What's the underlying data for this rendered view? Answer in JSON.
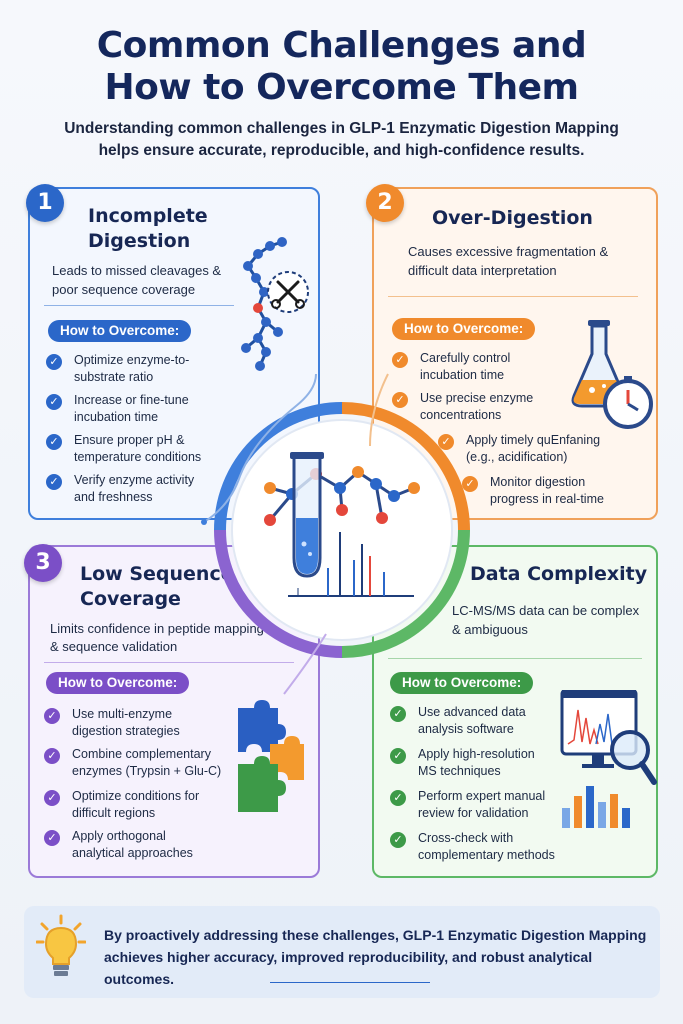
{
  "header": {
    "title_line1": "Common Challenges and",
    "title_line2": "How to Overcome Them",
    "subtitle_line1": "Understanding common challenges in GLP-1 Enzymatic Digestion Mapping",
    "subtitle_line2": "helps ensure accurate, reproducible, and high-confidence results."
  },
  "colors": {
    "blue": "#2b67c9",
    "orange": "#f08a2c",
    "purple": "#7b4fc7",
    "green": "#3d9a48",
    "title": "#14275c"
  },
  "cards": [
    {
      "number": "1",
      "title_line1": "Incomplete",
      "title_line2": "Digestion",
      "desc_line1": "Leads to missed cleavages &",
      "desc_line2": "poor sequence coverage",
      "pill": "How to Overcome:",
      "icon": "molecule-scissors-icon",
      "items": [
        [
          "Optimize enzyme-to-",
          "substrate ratio"
        ],
        [
          "Increase or fine-tune",
          "incubation time"
        ],
        [
          "Ensure proper pH &",
          "temperature conditions"
        ],
        [
          "Verify enzyme activity",
          "and freshness"
        ]
      ]
    },
    {
      "number": "2",
      "title_line1": "Over-Digestion",
      "desc_line1": "Causes excessive fragmentation &",
      "desc_line2": "difficult data interpretation",
      "pill": "How to Overcome:",
      "icon": "flask-stopwatch-icon",
      "items": [
        [
          "Carefully control",
          "incubation time"
        ],
        [
          "Use precise enzyme",
          "concentrations"
        ],
        [
          "Apply timely quEnfaning",
          "(e.g., acidification)"
        ],
        [
          "Monitor digestion",
          "progress in real-time"
        ]
      ]
    },
    {
      "number": "3",
      "title_line1": "Low Sequence",
      "title_line2": "Coverage",
      "desc_line1": "Limits confidence in peptide mapping",
      "desc_line2": "& sequence validation",
      "pill": "How to Overcome:",
      "icon": "puzzle-pieces-icon",
      "items": [
        [
          "Use multi-enzyme",
          "digestion strategies"
        ],
        [
          "Combine complementary",
          "enzymes (Trypsin + Glu-C)"
        ],
        [
          "Optimize conditions for",
          "difficult regions"
        ],
        [
          "Apply orthogonal",
          "analytical approaches"
        ]
      ]
    },
    {
      "title_line1": "Data Complexity",
      "desc_line1": "LC-MS/MS data can be complex",
      "desc_line2": "& ambiguous",
      "pill": "How to Overcome:",
      "icon": "monitor-magnifier-chart-icon",
      "items": [
        [
          "Use advanced data",
          "analysis software"
        ],
        [
          "Apply high-resolution",
          "MS techniques"
        ],
        [
          "Perform expert manual",
          "review for validation"
        ],
        [
          "Cross-check with",
          "complementary methods"
        ]
      ]
    }
  ],
  "center_icon": "test-tube-molecule-spectrum-icon",
  "footer": {
    "icon": "lightbulb-icon",
    "line1": "By proactively addressing these challenges, GLP-1 Enzymatic Digestion Mapping",
    "line2": "achieves higher accuracy, improved reproducibility, and robust analytical outcomes."
  }
}
